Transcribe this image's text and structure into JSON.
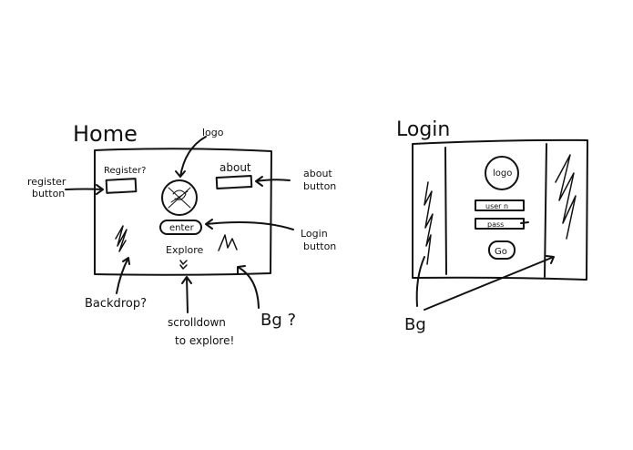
{
  "home": {
    "title": "Home",
    "register_label": "Register?",
    "about_label": "about",
    "logo_label": "logo",
    "enter_label": "enter",
    "explore_label": "Explore",
    "scroll_arrows": "⌄⌄"
  },
  "home_annotations": {
    "register_button": [
      "register",
      "button"
    ],
    "about_button": [
      "about",
      "button"
    ],
    "login_button": [
      "Login",
      "button"
    ],
    "backdrop": "Backdrop?",
    "scroll_down": [
      "scrolldown",
      "to explore!"
    ],
    "bg": "Bg ?"
  },
  "login": {
    "title": "Login",
    "logo_label": "logo",
    "user_label": "user n",
    "pass_label": "pass",
    "go_label": "Go"
  },
  "login_annotations": {
    "bg": "Bg"
  },
  "colors": {
    "ink": "#111111",
    "paper": "#ffffff"
  }
}
